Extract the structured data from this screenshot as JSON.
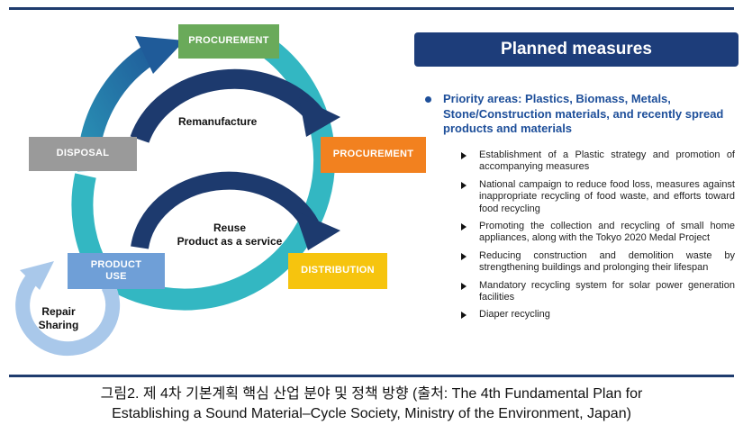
{
  "diagram": {
    "boxes": {
      "procurement_top": "PROCUREMENT",
      "procurement_right": "PROCUREMENT",
      "disposal": "DISPOSAL",
      "product_use": "PRODUCT USE",
      "distribution": "DISTRIBUTION"
    },
    "labels": {
      "remanufacture": "Remanufacture",
      "reuse_line1": "Reuse",
      "reuse_line2": "Product as a service",
      "repair_line1": "Repair",
      "repair_line2": "Sharing"
    },
    "colors": {
      "outer_ring": "#33b7c2",
      "inner_arrow": "#1d3a6e",
      "upper_arc": "#2771a8",
      "small_loop": "#a9c8ea"
    }
  },
  "panel": {
    "header": "Planned measures",
    "priority": "Priority areas: Plastics, Biomass, Metals, Stone/Construction materials, and recently spread products and materials",
    "measures": [
      "Establishment of a Plastic strategy and promotion of accompanying measures",
      "National campaign to reduce food loss, measures against inappropriate recycling of food waste, and efforts toward food recycling",
      "Promoting the collection and recycling of small home appliances, along with the Tokyo 2020 Medal Project",
      "Reducing construction and demolition waste by strengthening buildings and prolonging their lifespan",
      "Mandatory recycling system for solar power generation facilities",
      "Diaper recycling"
    ]
  },
  "caption": {
    "line1": "그림2. 제 4차 기본계획 핵심 산업 분야 및 정책 방향 (출처: The 4th Fundamental Plan for",
    "line2": "Establishing a Sound Material–Cycle Society, Ministry of the Environment, Japan)"
  }
}
